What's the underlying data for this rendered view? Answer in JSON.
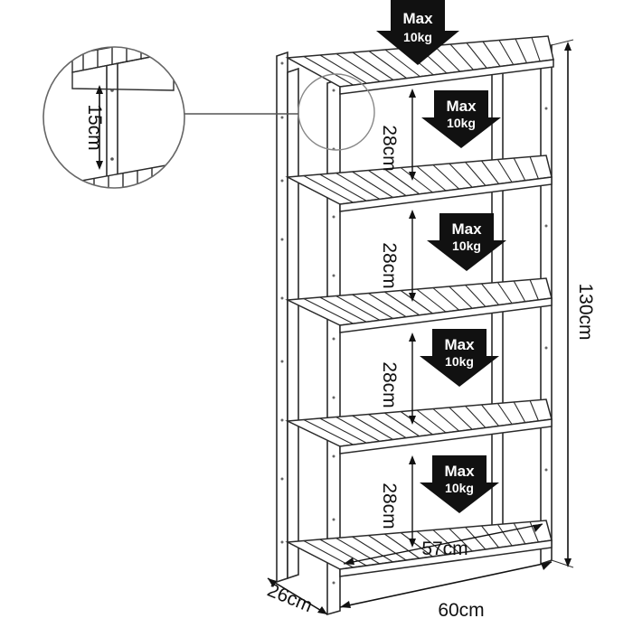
{
  "load_badges": [
    {
      "line1": "Max",
      "line2": "10kg"
    },
    {
      "line1": "Max",
      "line2": "10kg"
    },
    {
      "line1": "Max",
      "line2": "10kg"
    },
    {
      "line1": "Max",
      "line2": "10kg"
    },
    {
      "line1": "Max",
      "line2": "10kg"
    }
  ],
  "dimensions": {
    "height": "130cm",
    "width": "60cm",
    "depth": "26cm",
    "inner_width": "57cm",
    "shelf_spacing": [
      "28cm",
      "28cm",
      "28cm",
      "28cm"
    ],
    "detail_height": "15cm"
  },
  "colors": {
    "line": "#2a2a2a",
    "badge": "#111111",
    "badge_text": "#ffffff"
  }
}
